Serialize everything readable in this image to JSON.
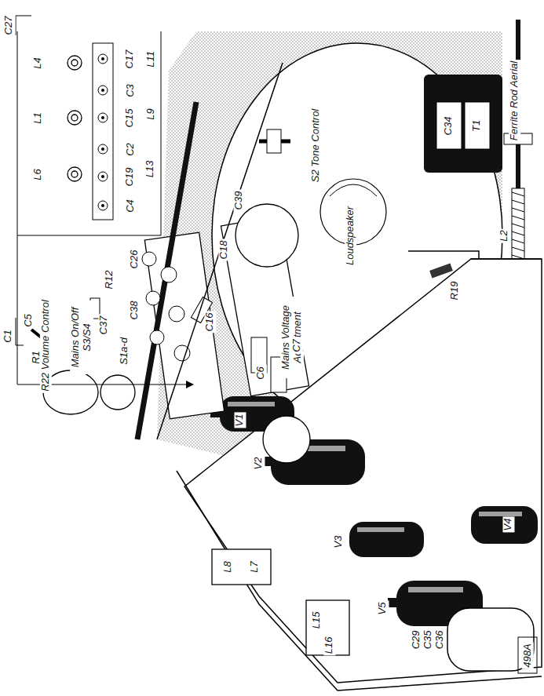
{
  "diagram": {
    "labels": [
      "Ferrite Rod Aerial",
      "L2",
      "T1",
      "C34",
      "Loudspeaker",
      "R19",
      "Mains Voltage Adjustment",
      "V4",
      "C29 C35 C36",
      "V3",
      "V5",
      "L15",
      "L16",
      "V1",
      "V2",
      "L8",
      "L7",
      "R22 Volume Control",
      "Mains On/Off S3/S4",
      "S1a-d",
      "R12",
      "C37",
      "C38",
      "C26",
      "C6",
      "C7",
      "C18",
      "C16",
      "C39",
      "S2 Tone Control",
      "C27",
      "L6",
      "L1",
      "L4",
      "C4",
      "C19",
      "C2",
      "C15",
      "C3",
      "C17",
      "L13",
      "L9",
      "L11",
      "C1",
      "C5",
      "R1",
      "498A"
    ]
  }
}
